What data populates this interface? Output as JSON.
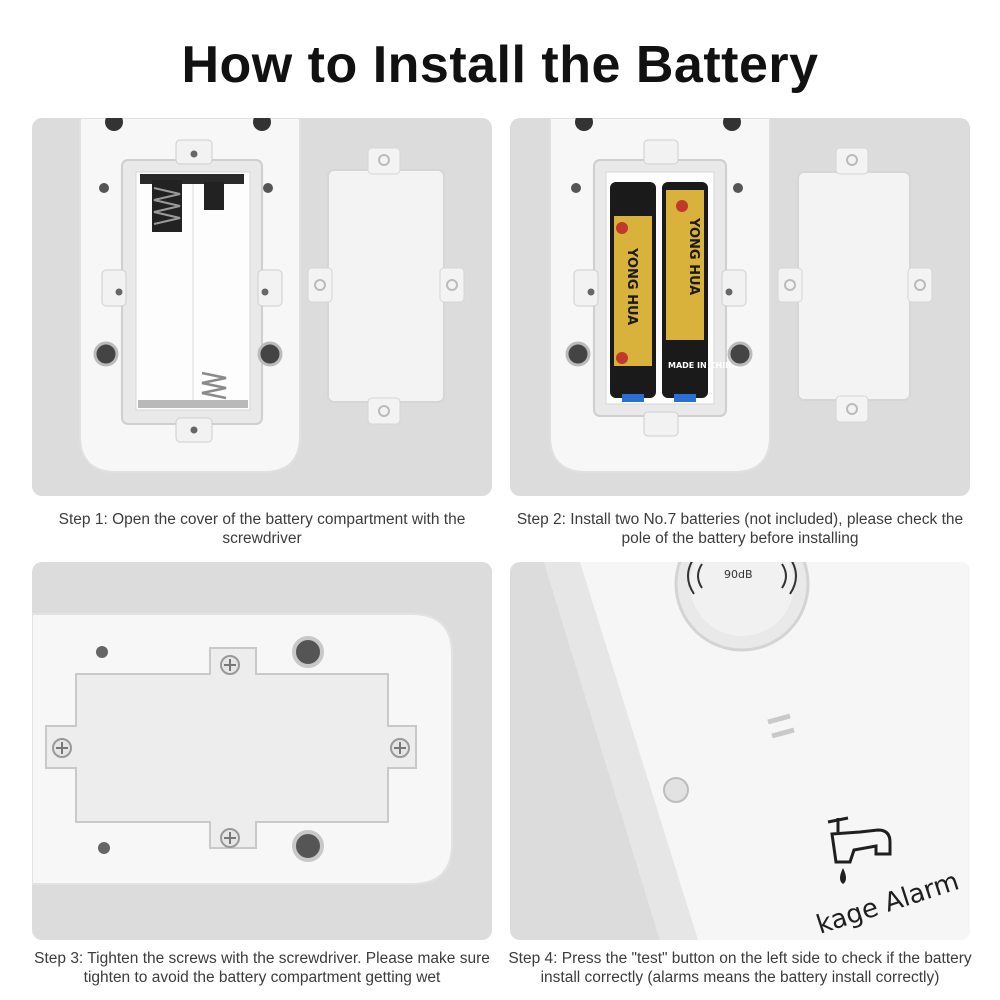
{
  "page": {
    "title": "How to Install the Battery"
  },
  "steps": [
    {
      "caption": "Step 1: Open the cover of the battery compartment with the screwdriver"
    },
    {
      "caption": "Step 2: Install two No.7 batteries (not included), please check the pole of the battery before installing",
      "battery_labels": [
        "YONG HUA",
        "MADE IN CHINA"
      ]
    },
    {
      "caption": "Step 3: Tighten the screws with the screwdriver. Please make sure tighten to avoid the battery compartment getting wet"
    },
    {
      "caption": "Step 4: Press the \"test\" button on the left side to check if the battery install correctly (alarms means the battery install correctly)",
      "speaker_label": "90dB",
      "device_label": "kage Alarm"
    }
  ],
  "colors": {
    "panel_bg": "#dcdcdc",
    "device_white": "#f6f6f6",
    "battery_gold": "#d9b23c",
    "battery_black": "#1a1a1a",
    "battery_red": "#c0392b"
  },
  "icons": [
    "screw-icon",
    "faucet-icon",
    "speaker-waves-icon",
    "water-drop-icon"
  ]
}
